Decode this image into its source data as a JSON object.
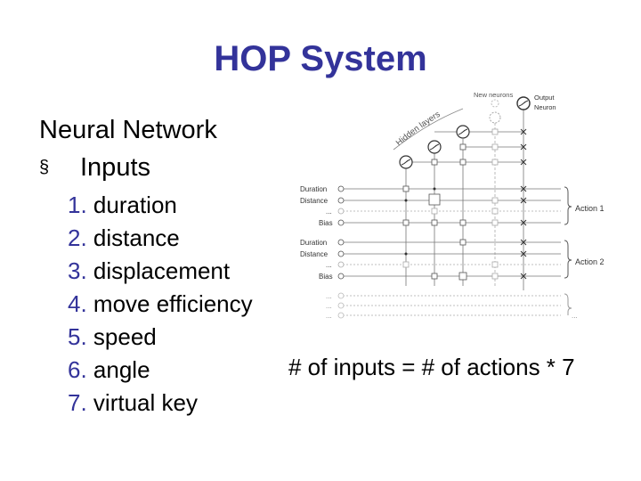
{
  "slide": {
    "title": "HOP System",
    "heading": "Neural Network",
    "bullet_marker": "§",
    "bullet": "Inputs",
    "inputs": [
      {
        "num": "1.",
        "text": "duration"
      },
      {
        "num": "2.",
        "text": "distance"
      },
      {
        "num": "3.",
        "text": "displacement"
      },
      {
        "num": "4.",
        "text": "move efficiency"
      },
      {
        "num": "5.",
        "text": "speed"
      },
      {
        "num": "6.",
        "text": "angle"
      },
      {
        "num": "7.",
        "text": "virtual key"
      }
    ],
    "formula": "# of inputs = # of actions * 7"
  },
  "diagram": {
    "hidden_layers_label": "Hidden layers",
    "new_neurons_label": "New neurons",
    "output_label_1": "Output",
    "output_label_2": "Neuron",
    "action_labels": [
      "Action 1",
      "Action 2"
    ],
    "input_labels": {
      "duration": "Duration",
      "distance": "Distance",
      "ellipsis": "...",
      "bias": "Bias"
    },
    "trailing_dots": "..."
  }
}
